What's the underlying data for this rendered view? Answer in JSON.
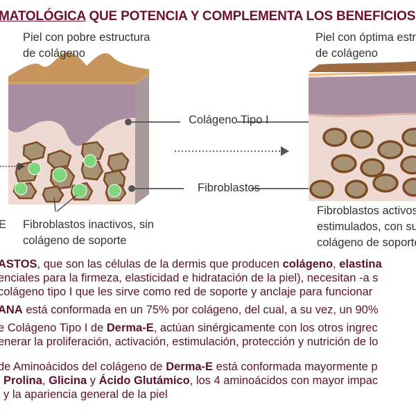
{
  "header": {
    "title_underlined": "MATOLÓGICA",
    "title_rest": " QUE POTENCIA Y COMPLEMENTA LOS BENEFICIOS D"
  },
  "diagram": {
    "left_caption": [
      "Piel con pobre estructura",
      "de colágeno"
    ],
    "right_caption": [
      "Piel con óptima estru",
      "de colágeno"
    ],
    "label_collagen": "Colágeno Tipo I",
    "label_fibroblasts": "Fibroblastos",
    "left_bottom_caption": [
      "Fibroblastos inactivos, sin",
      "colágeno de soporte"
    ],
    "right_bottom_caption": [
      "Fibroblastos activos",
      "estimulados, con su",
      "colágeno de soporte"
    ],
    "left_edge_letter": "E"
  },
  "body": {
    "p1": {
      "l1_b1": "ASTOS",
      "l1_t1": ", que son las células de la dermis que producen ",
      "l1_b2": "colágeno",
      "l1_t2": ", ",
      "l1_b3": "elastina",
      "l2": "enciales para la firmeza, elasticidad e hidratación de la piel), necesitan -a s",
      "l3": "colágeno tipo I que les sirve como red de soporte y anclaje para funcionar"
    },
    "p2": {
      "b1": "ANA",
      "t1": " está conformada en un 75% por colágeno, del cual, a su vez, un 90%"
    },
    "p3": {
      "l1_t1": "e Colágeno Tipo I de ",
      "l1_b1": "Derma-E",
      "l1_t2": ", actúan sinérgicamente con los otros ingrec",
      "l2": "enerar la proliferación, activación, estimulación, protección y nutrición de lo"
    },
    "p4": {
      "l1_t1": "de Aminoácidos del colágeno de ",
      "l1_b1": "Derma-E",
      "l1_t2": " está conformada mayormente p",
      "l2_b1": "Prolina",
      "l2_t1": ", ",
      "l2_b2": "Glicina",
      "l2_t2": " y ",
      "l2_b3": "Ácido Glutámico",
      "l2_t3": ", los 4 aminoácidos con mayor impac",
      "l3": "y la apariencia general de la piel"
    }
  },
  "colors": {
    "text": "#5e1030",
    "epidermis": "#a78ea3",
    "dermis": "#efd9d3",
    "fibroblast": "#8b5a2b",
    "active_collagen": "#7fd67f"
  }
}
